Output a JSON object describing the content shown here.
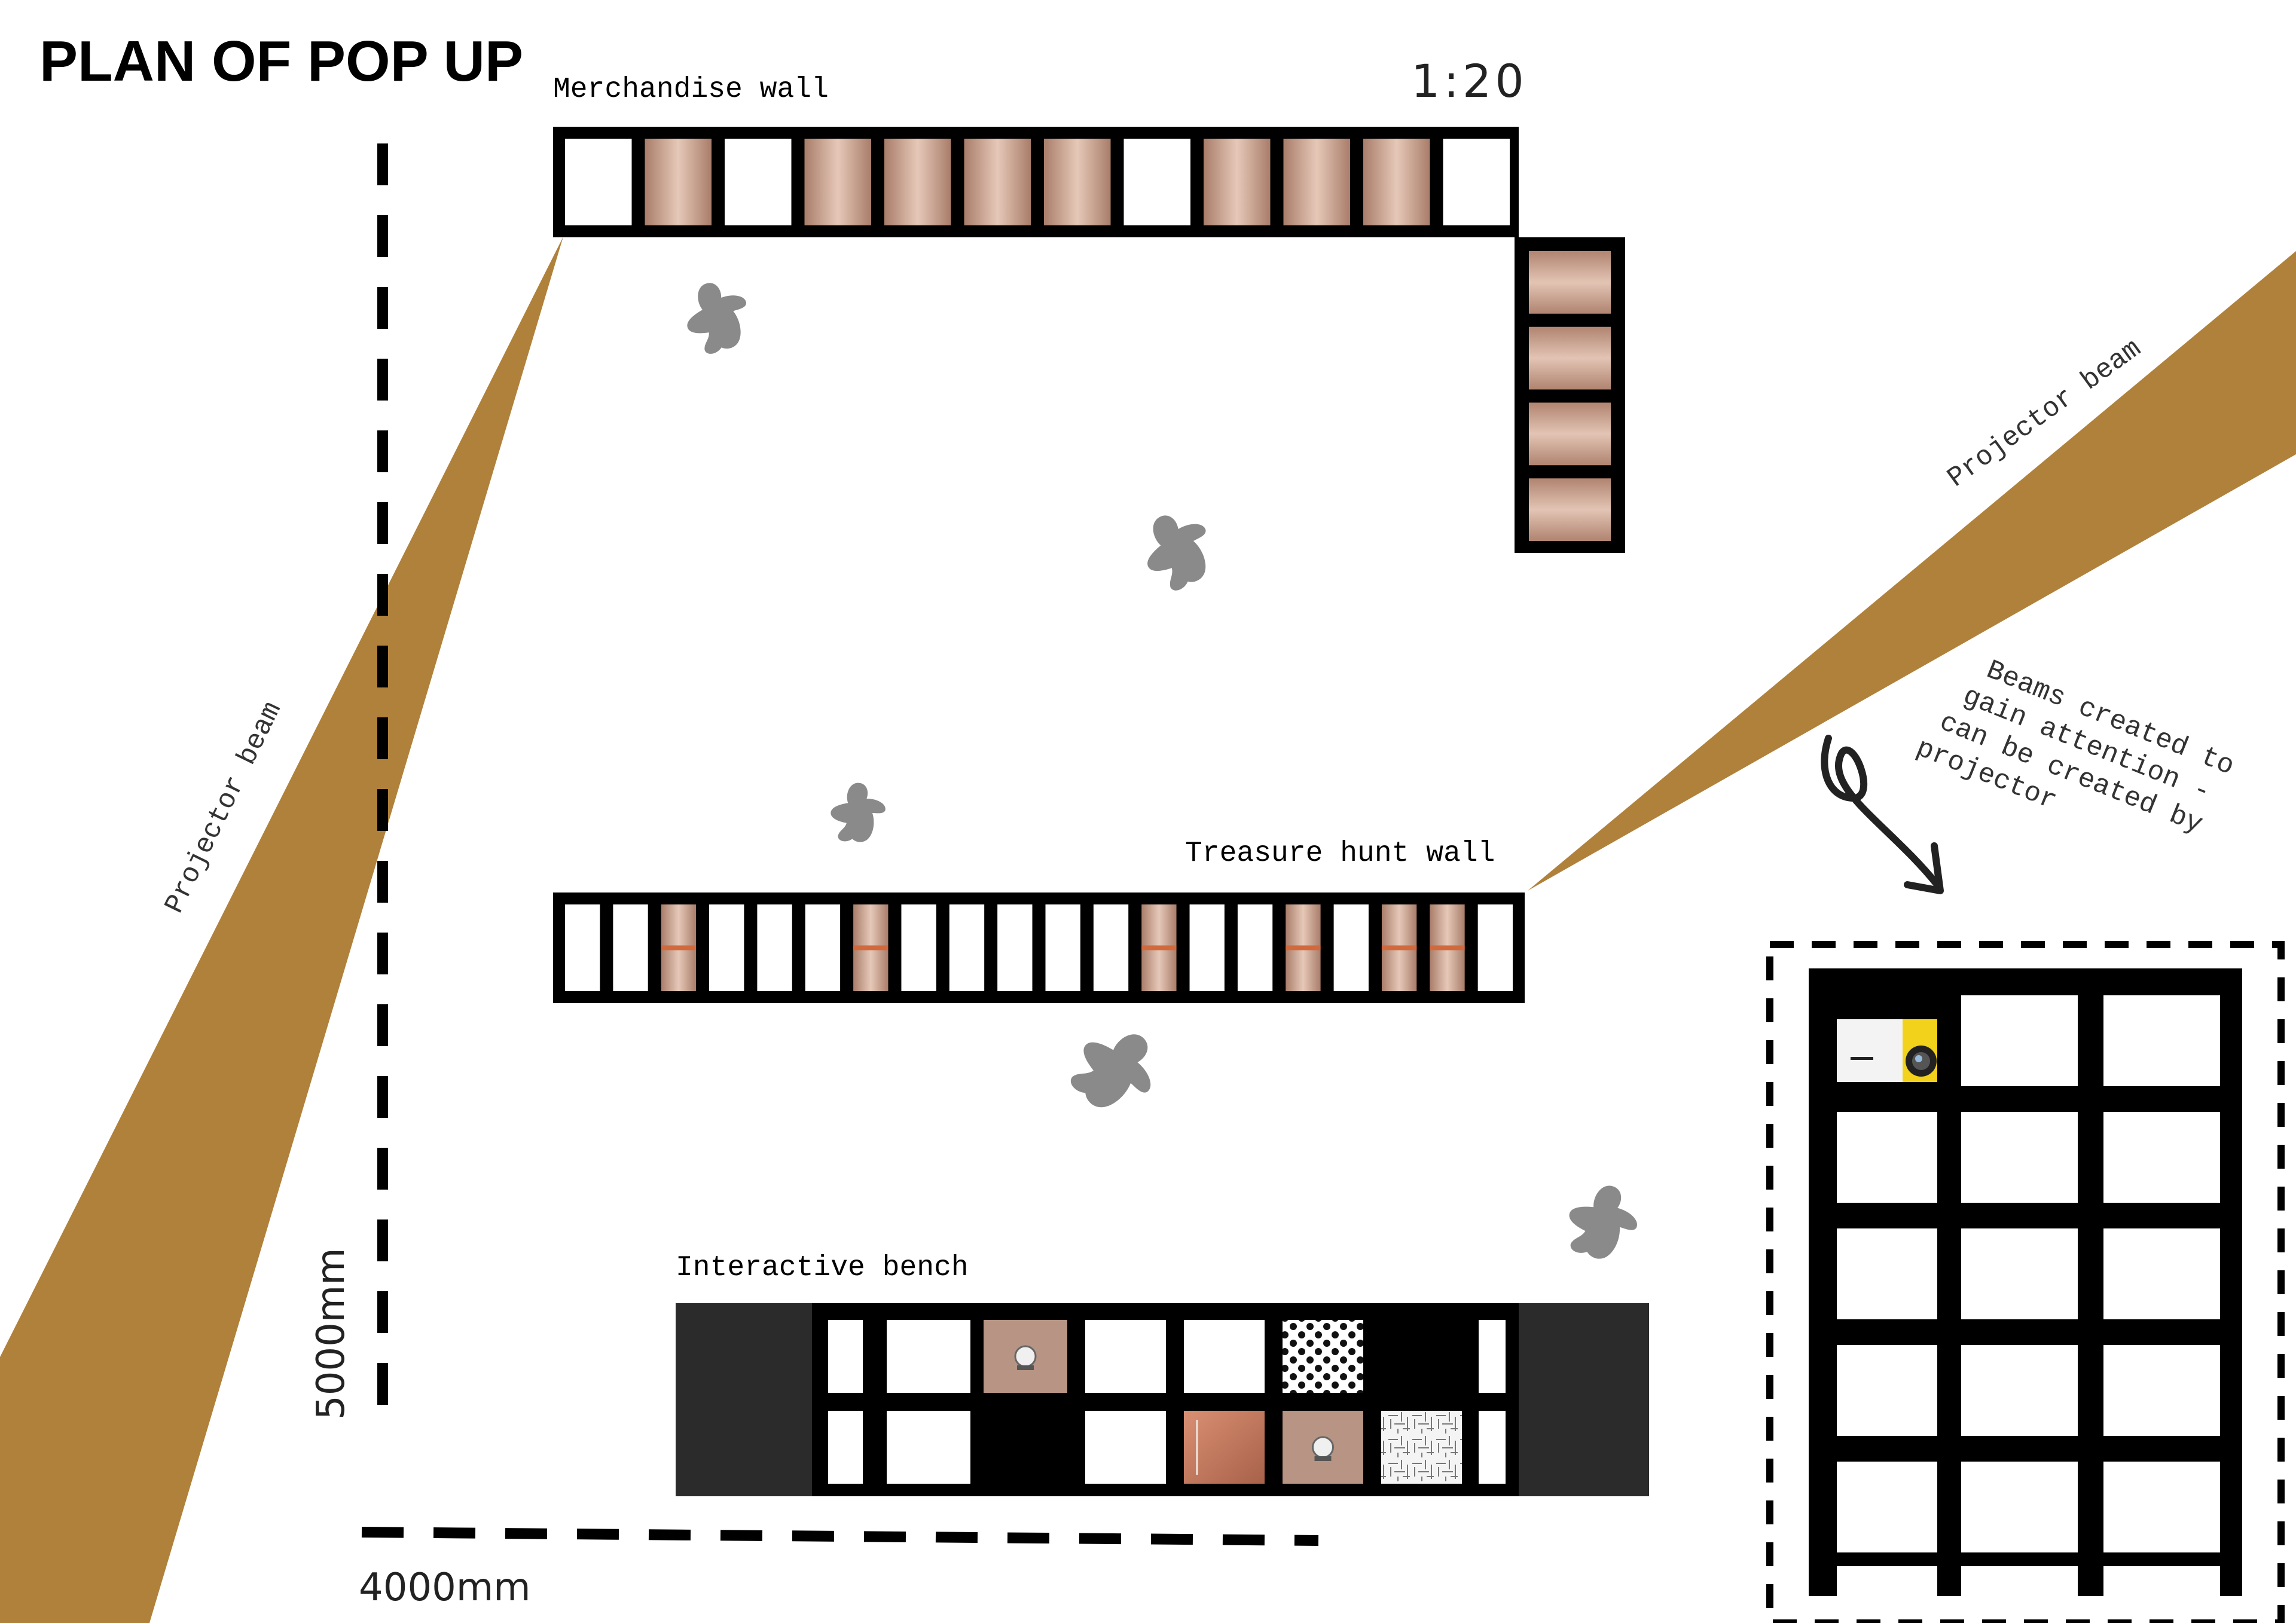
{
  "title": "PLAN OF POP UP",
  "scale": "1:20",
  "labels": {
    "merchandise_wall": "Merchandise wall",
    "treasure_hunt_wall": "Treasure hunt wall",
    "interactive_bench": "Interactive bench",
    "projector_beam_left": "Projector beam",
    "projector_beam_right": "Projector beam",
    "note_line1": "Beams created to",
    "note_line2": "gain attention -",
    "note_line3": "can be created by",
    "note_line4": "projector"
  },
  "dimensions": {
    "depth": "5000mm",
    "width": "4000mm"
  },
  "colors": {
    "beam": "#b0813b",
    "wall": "#000000",
    "copper_dark": "#a97d6a",
    "copper_light": "#e0c2b3",
    "figure": "#8a8a8a",
    "bench_end": "#2b2b2b",
    "projector_yellow": "#f2d21a"
  },
  "merchandise_cells": [
    "empty",
    "copper",
    "empty",
    "copper",
    "copper",
    "copper",
    "copper",
    "empty",
    "copper",
    "copper",
    "copper",
    "empty"
  ],
  "merchandise_side_cells": [
    "copper",
    "copper",
    "copper",
    "copper"
  ],
  "treasure_cells": [
    "empty",
    "empty",
    "copper",
    "empty",
    "empty",
    "empty",
    "copper",
    "empty",
    "empty",
    "empty",
    "empty",
    "empty",
    "copper",
    "empty",
    "empty",
    "copper",
    "empty",
    "copper",
    "copper",
    "empty"
  ],
  "bench_top_cells": [
    "empty",
    "empty",
    "globe",
    "empty",
    "empty",
    "dots",
    "black",
    "empty"
  ],
  "bench_bottom_cells": [
    "empty",
    "empty",
    "black",
    "empty",
    "copper-door",
    "globe",
    "pattern",
    "empty"
  ],
  "icons": [
    "person-figure-icon",
    "projector-icon",
    "curly-arrow-icon"
  ]
}
